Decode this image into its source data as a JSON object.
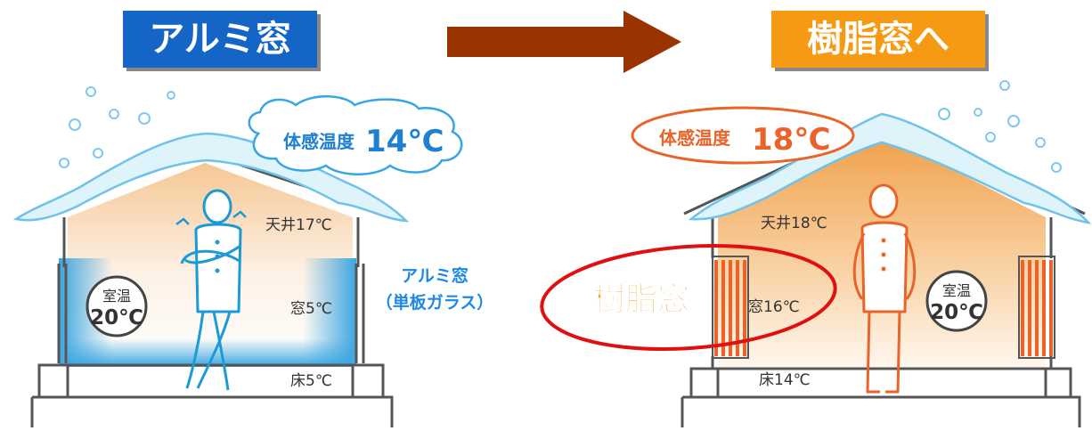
{
  "left": {
    "title": "アルミ窓",
    "title_color": "#1565c6",
    "sensory_label": "体感温度",
    "sensory_value": "14℃",
    "ceiling": "天井17℃",
    "window": "窓5℃",
    "floor": "床5℃",
    "room_label": "室温",
    "room_value": "20℃",
    "window_type_line1": "アルミ窓",
    "window_type_line2": "（単板ガラス）",
    "accent": "#1e88e5"
  },
  "right": {
    "title": "樹脂窓へ",
    "title_color": "#f59a12",
    "sensory_label": "体感温度",
    "sensory_value": "18℃",
    "ceiling": "天井18℃",
    "window": "窓16℃",
    "floor": "床14℃",
    "room_label": "室温",
    "room_value": "20℃",
    "window_type": "樹脂窓",
    "accent": "#e8642a"
  },
  "arrow_color": "#993300",
  "circle_color": "#e01010"
}
